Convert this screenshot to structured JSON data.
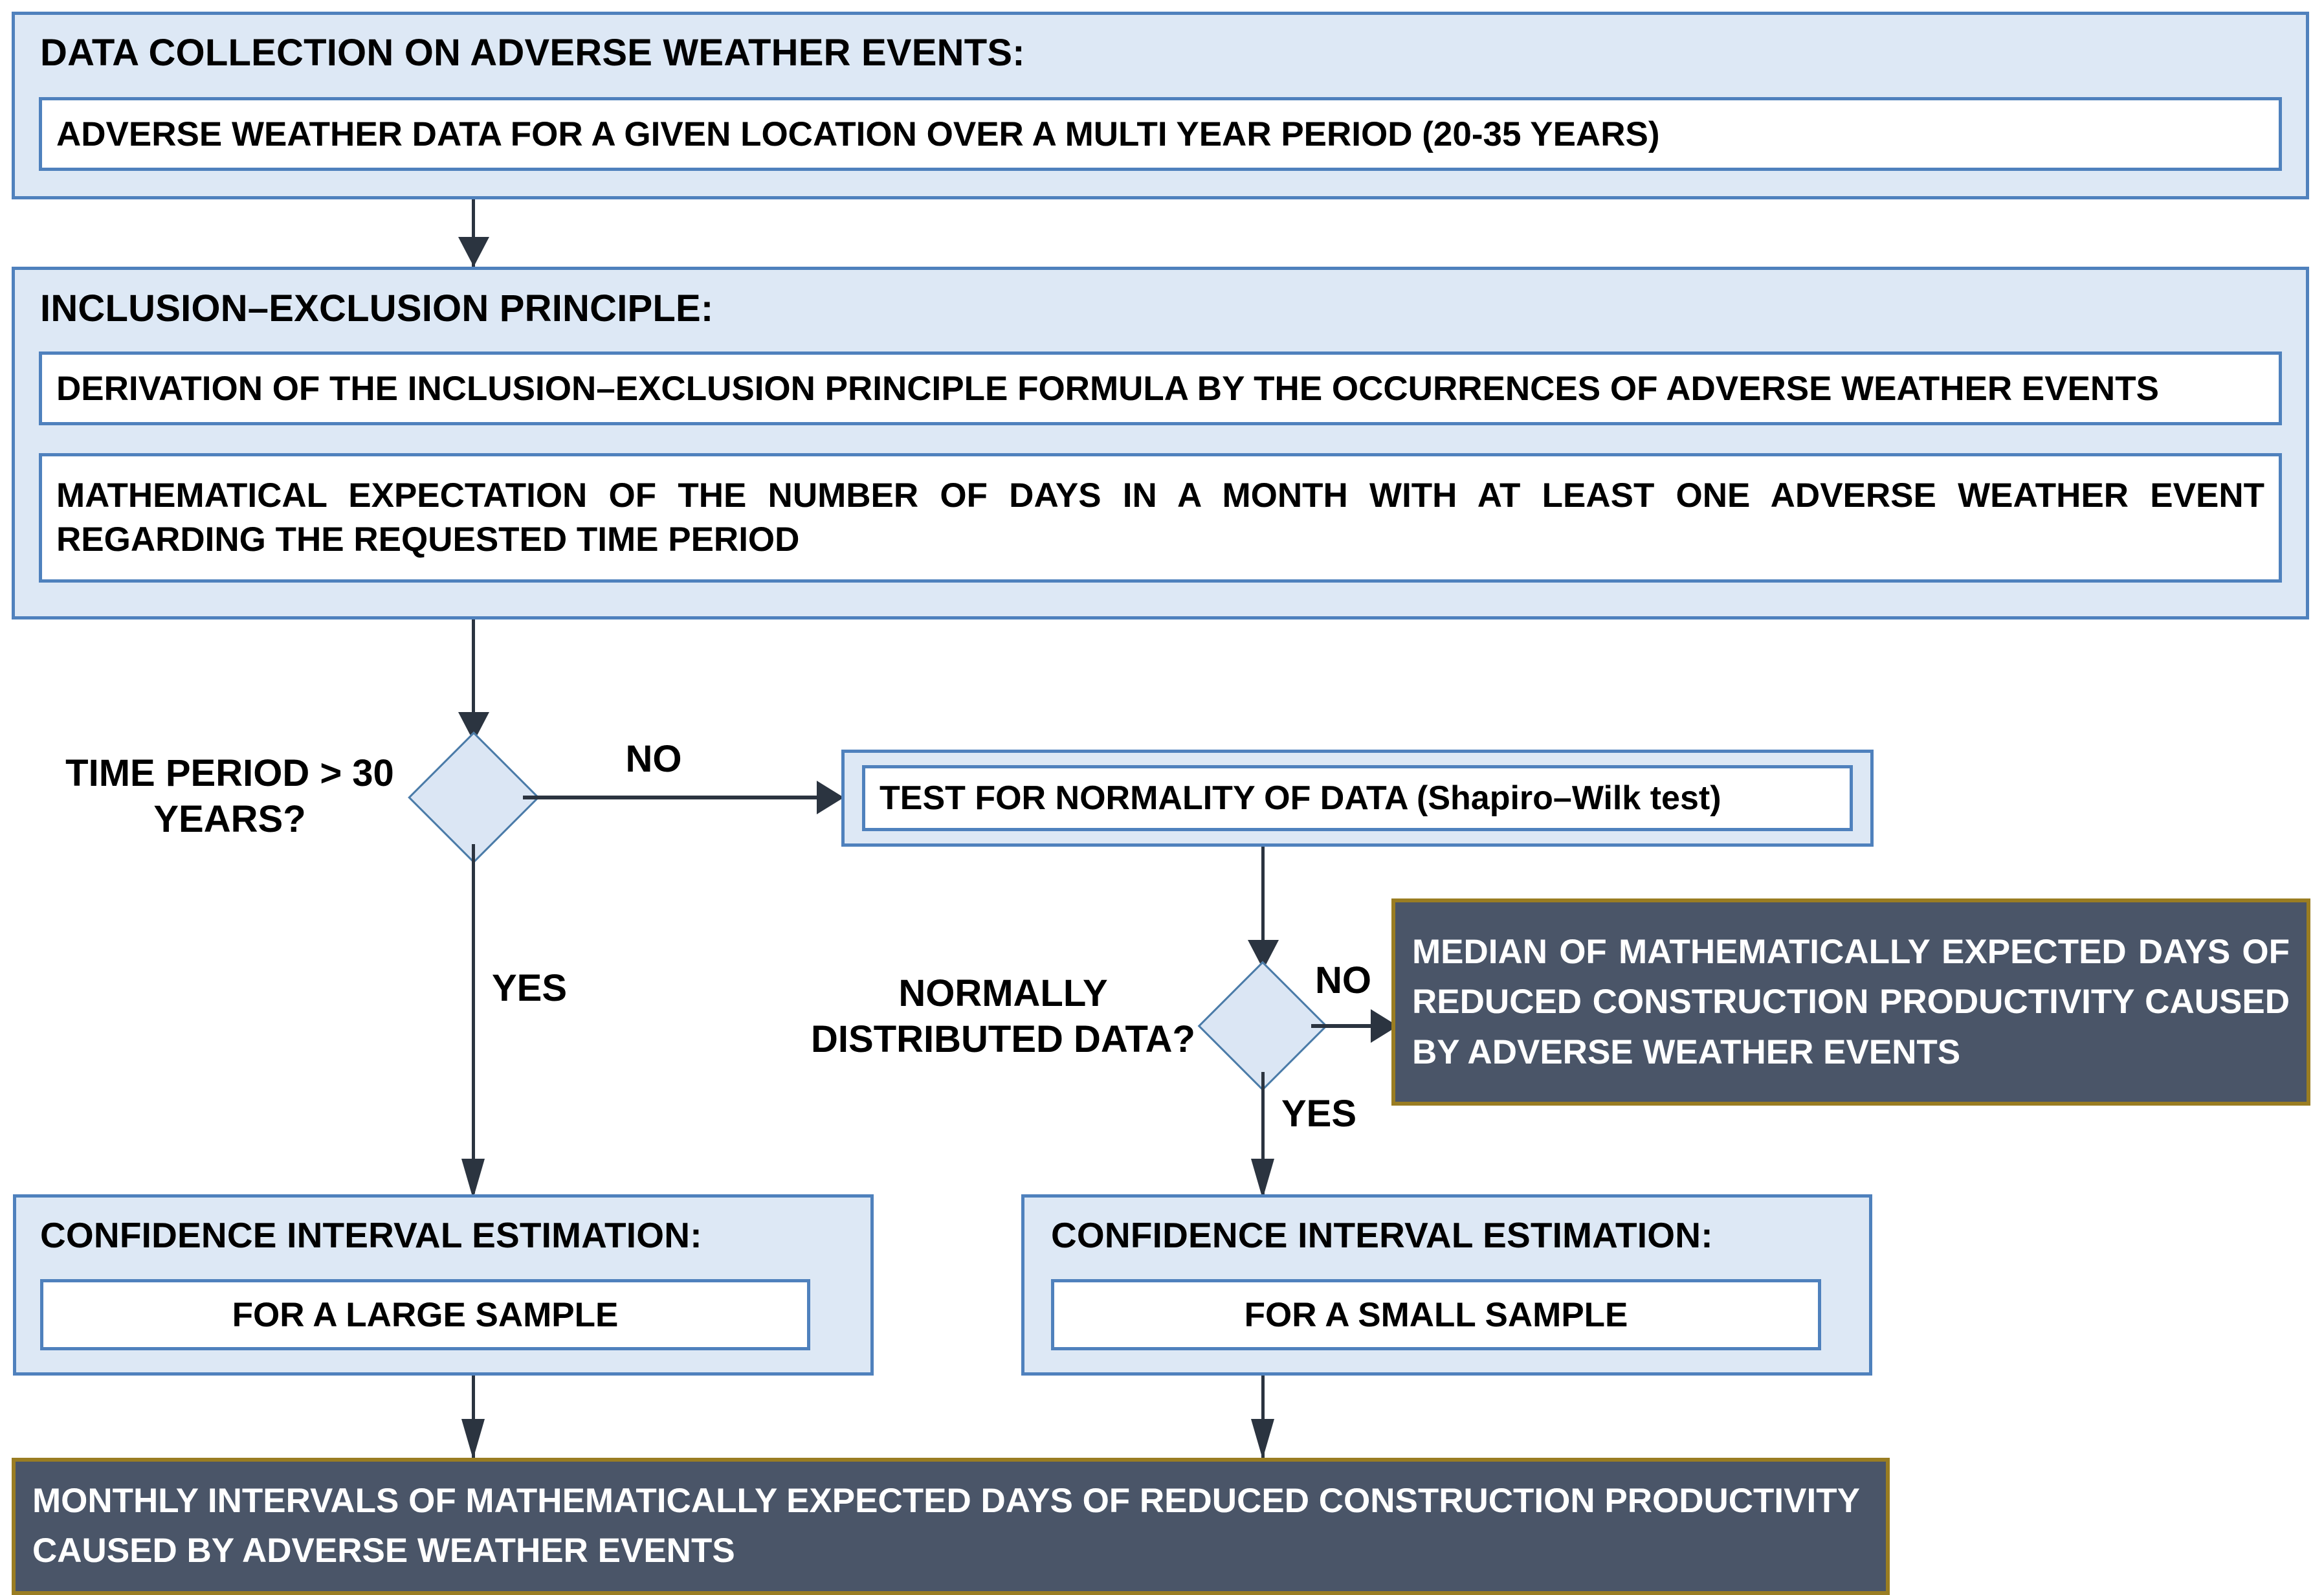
{
  "diagram": {
    "title": "Methodology flowchart for estimating days of reduced construction productivity caused by adverse weather events",
    "colors": {
      "panel_fill": "#dde8f5",
      "panel_border": "#4f81bd",
      "inner_fill": "#ffffff",
      "dark_fill": "#4a5568",
      "dark_border": "#9a7d22",
      "diamond_fill": "#dbe6f4",
      "diamond_border": "#4a7ba8",
      "connector": "#2b3440",
      "text_dark": "#000000",
      "text_light": "#ffffff"
    }
  },
  "nodes": {
    "data_collection": {
      "title": "DATA COLLECTION ON ADVERSE WEATHER EVENTS:",
      "item1": "ADVERSE WEATHER DATA FOR A GIVEN LOCATION OVER A MULTI YEAR PERIOD (20-35 YEARS)"
    },
    "inclusion_exclusion": {
      "title": "INCLUSION–EXCLUSION PRINCIPLE:",
      "item1": "DERIVATION OF THE INCLUSION–EXCLUSION PRINCIPLE FORMULA BY THE OCCURRENCES OF ADVERSE WEATHER EVENTS",
      "item2": "MATHEMATICAL EXPECTATION OF THE NUMBER OF DAYS IN A MONTH WITH AT LEAST ONE ADVERSE WEATHER EVENT REGARDING THE REQUESTED TIME PERIOD"
    },
    "decision_time_period": {
      "question": "TIME PERIOD > 30\nYEARS?"
    },
    "normality_test": {
      "item1": "TEST FOR NORMALITY OF DATA (Shapiro–Wilk test)"
    },
    "decision_normality": {
      "question": "NORMALLY\nDISTRIBUTED DATA?"
    },
    "median_output": {
      "text": "MEDIAN OF MATHEMATICALLY EXPECTED DAYS OF REDUCED CONSTRUCTION PRODUCTIVITY CAUSED BY ADVERSE WEATHER EVENTS"
    },
    "ci_large": {
      "title": "CONFIDENCE INTERVAL ESTIMATION:",
      "item1": "FOR A LARGE SAMPLE"
    },
    "ci_small": {
      "title": "CONFIDENCE INTERVAL ESTIMATION:",
      "item1": "FOR A SMALL SAMPLE"
    },
    "final_output": {
      "text": "MONTHLY INTERVALS OF MATHEMATICALLY EXPECTED DAYS OF REDUCED CONSTRUCTION PRODUCTIVITY CAUSED BY ADVERSE WEATHER EVENTS"
    }
  },
  "edge_labels": {
    "time_period_no": "NO",
    "time_period_yes": "YES",
    "normality_no": "NO",
    "normality_yes": "YES"
  }
}
